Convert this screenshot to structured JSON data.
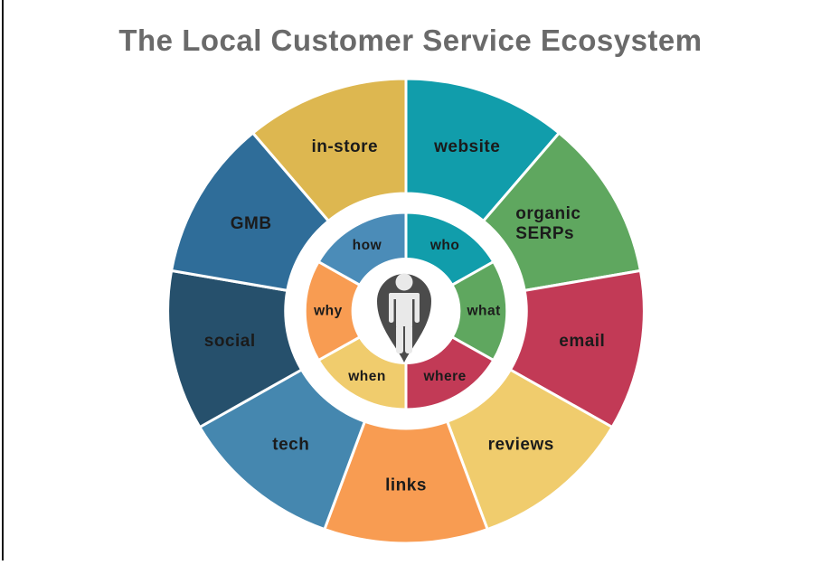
{
  "title": "The Local Customer Service Ecosystem",
  "colors": {
    "background": "#FFFFFF",
    "title_text": "#6A6A6A",
    "segment_label_text": "#1B1B1B",
    "pin": "#4B4B4B",
    "person": "#E9E9E9",
    "edge_line": "#151515",
    "ring_separator": "#FFFFFF"
  },
  "wheel": {
    "outer_ring": [
      {
        "label": "website",
        "lines": [
          "website"
        ],
        "color": "#119DAB"
      },
      {
        "label": "organic SERPs",
        "lines": [
          "organic",
          "SERPs"
        ],
        "color": "#5FA75F"
      },
      {
        "label": "email",
        "lines": [
          "email"
        ],
        "color": "#C23A56"
      },
      {
        "label": "reviews",
        "lines": [
          "reviews"
        ],
        "color": "#F0CC6D"
      },
      {
        "label": "links",
        "lines": [
          "links"
        ],
        "color": "#F89C52"
      },
      {
        "label": "tech",
        "lines": [
          "tech"
        ],
        "color": "#4587AF"
      },
      {
        "label": "social",
        "lines": [
          "social"
        ],
        "color": "#26506C"
      },
      {
        "label": "GMB",
        "lines": [
          "GMB"
        ],
        "color": "#2F6D99"
      },
      {
        "label": "in-store",
        "lines": [
          "in-store"
        ],
        "color": "#DDB750"
      }
    ],
    "inner_ring": [
      {
        "label": "who",
        "color": "#119DAB"
      },
      {
        "label": "what",
        "color": "#5FA75F"
      },
      {
        "label": "where",
        "color": "#C23A56"
      },
      {
        "label": "when",
        "color": "#F0CC6D"
      },
      {
        "label": "why",
        "color": "#F89C52"
      },
      {
        "label": "how",
        "color": "#4B8CB8"
      }
    ],
    "center_icon": "person-location-pin"
  }
}
